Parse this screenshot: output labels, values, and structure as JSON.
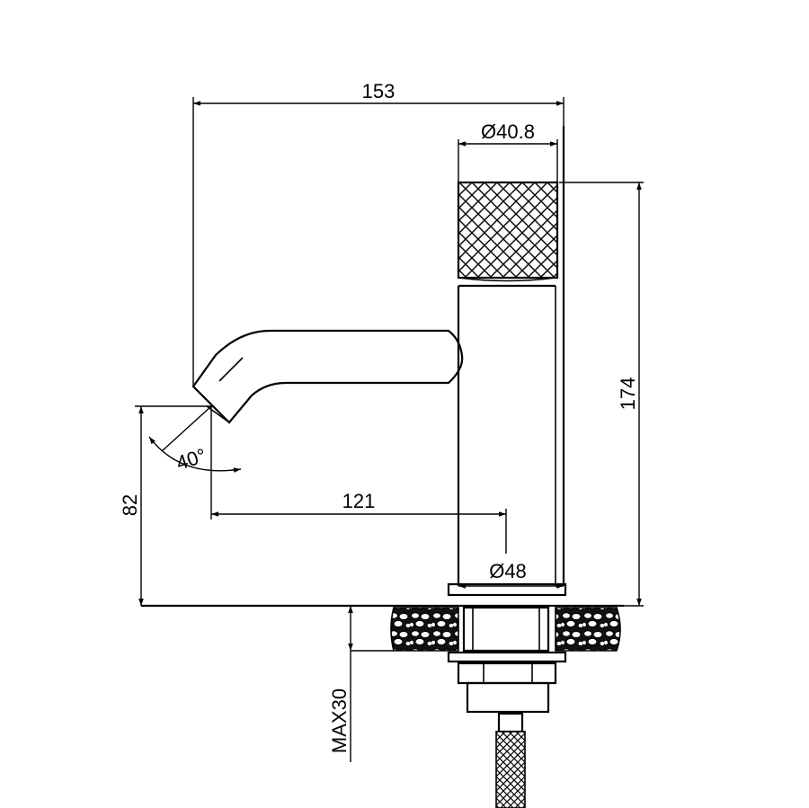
{
  "dimensions": {
    "overall_length": "153",
    "handle_diameter": "Ø40.8",
    "overall_height": "174",
    "spout_projection": "121",
    "body_diameter": "Ø48",
    "spout_height": "82",
    "spout_angle": "40°",
    "max_deck_thickness": "MAX30"
  },
  "colors": {
    "line": "#000000",
    "background": "#ffffff"
  }
}
